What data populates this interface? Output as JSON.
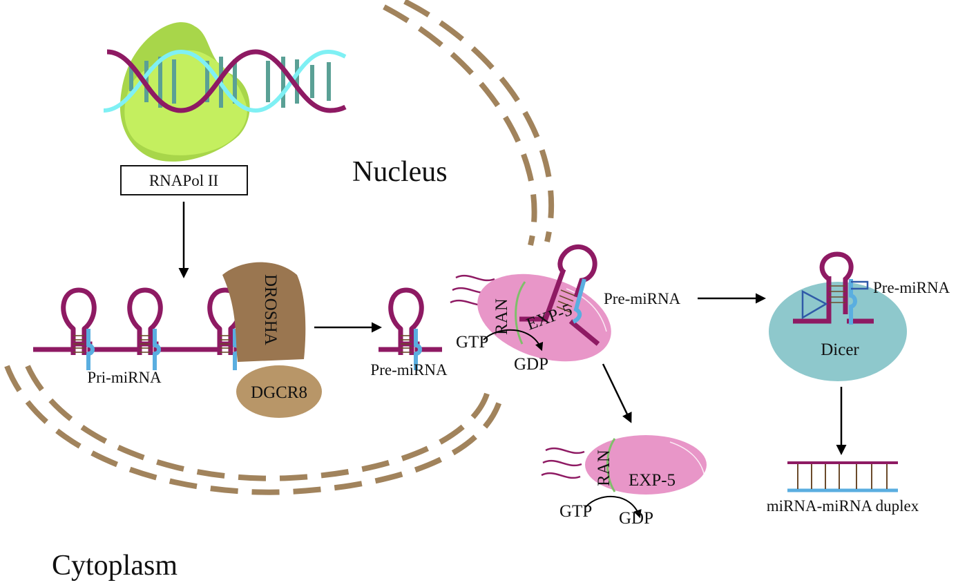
{
  "regions": {
    "nucleus": "Nucleus",
    "cytoplasm": "Cytoplasm"
  },
  "labels": {
    "rnapol": "RNAPol  II",
    "pri_mirna": "Pri-miRNA",
    "drosha": "DROSHA",
    "dgcr8": "DGCR8",
    "pre_mirna_nucleus": "Pre-miRNA",
    "ran_top": "RAN",
    "exp5_top": "EXP-5",
    "gtp_top": "GTP",
    "gdp_top": "GDP",
    "pre_mirna_export": "Pre-miRNA",
    "pre_mirna_dicer": "Pre-miRNA",
    "dicer": "Dicer",
    "ran_bottom": "RAN",
    "exp5_bottom": "EXP-5",
    "gtp_bottom": "GTP",
    "gdp_bottom": "GDP",
    "duplex": "miRNA-miRNA duplex"
  },
  "colors": {
    "membrane": "#a1835c",
    "rna_strand": "#8e1a63",
    "rna_blue": "#5aaee0",
    "rung": "#6b4a2a",
    "dna_cyan": "#7ff0f4",
    "dna_rung": "#5aa095",
    "polymerase": "#c4ef5f",
    "polymerase_back": "#a8d64a",
    "drosha": "#9a7650",
    "dgcr8": "#b89668",
    "exportin": "#e896c8",
    "ran_line": "#7fbf6a",
    "dicer": "#8ec8cc",
    "dicer_domain": "#2f5aa8",
    "arrow": "#000000"
  }
}
